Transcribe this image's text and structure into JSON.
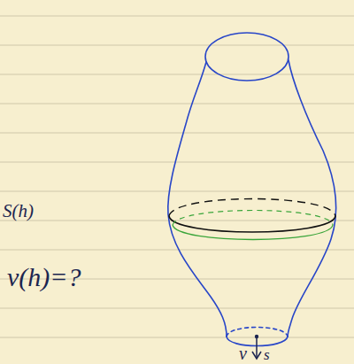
{
  "diagram": {
    "labels": [
      "S(h)",
      "v(h)=?",
      "v",
      "s"
    ]
  }
}
